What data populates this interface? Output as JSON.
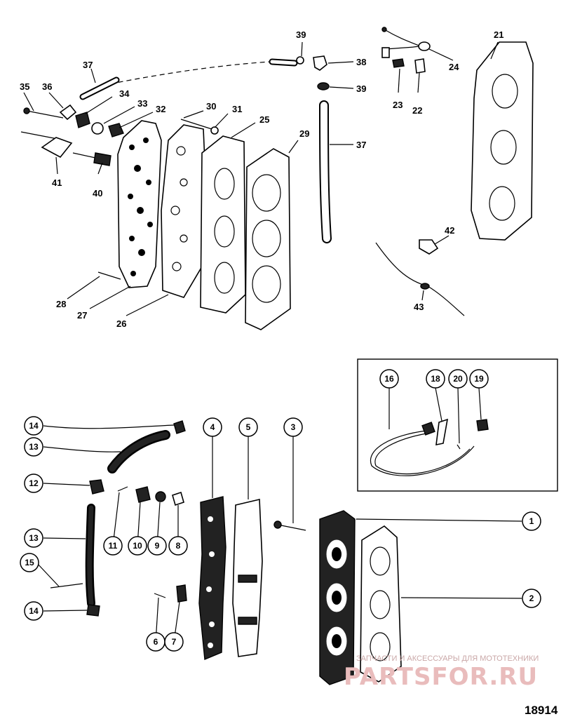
{
  "figure_number": "18914",
  "watermark": {
    "tagline": "ЗАПЧАСТИ И АКСЕССУАРЫ ДЛЯ МОТОТЕХНИКИ",
    "brand": "PARTSFOR.RU"
  },
  "top_callouts": {
    "c21": "21",
    "c22": "22",
    "c23": "23",
    "c24": "24",
    "c25": "25",
    "c26": "26",
    "c27": "27",
    "c28": "28",
    "c29": "29",
    "c30": "30",
    "c31": "31",
    "c32": "32",
    "c33": "33",
    "c34": "34",
    "c35": "35",
    "c36": "36",
    "c37a": "37",
    "c37b": "37",
    "c38": "38",
    "c39a": "39",
    "c39b": "39",
    "c40": "40",
    "c41": "41",
    "c42": "42",
    "c43": "43"
  },
  "bottom_callouts": {
    "c1": "1",
    "c2": "2",
    "c3": "3",
    "c4": "4",
    "c5": "5",
    "c6": "6",
    "c7": "7",
    "c8": "8",
    "c9": "9",
    "c10": "10",
    "c11": "11",
    "c12": "12",
    "c13a": "13",
    "c13b": "13",
    "c14a": "14",
    "c14b": "14",
    "c15": "15",
    "c16": "16",
    "c18": "18",
    "c19": "19",
    "c20": "20"
  }
}
